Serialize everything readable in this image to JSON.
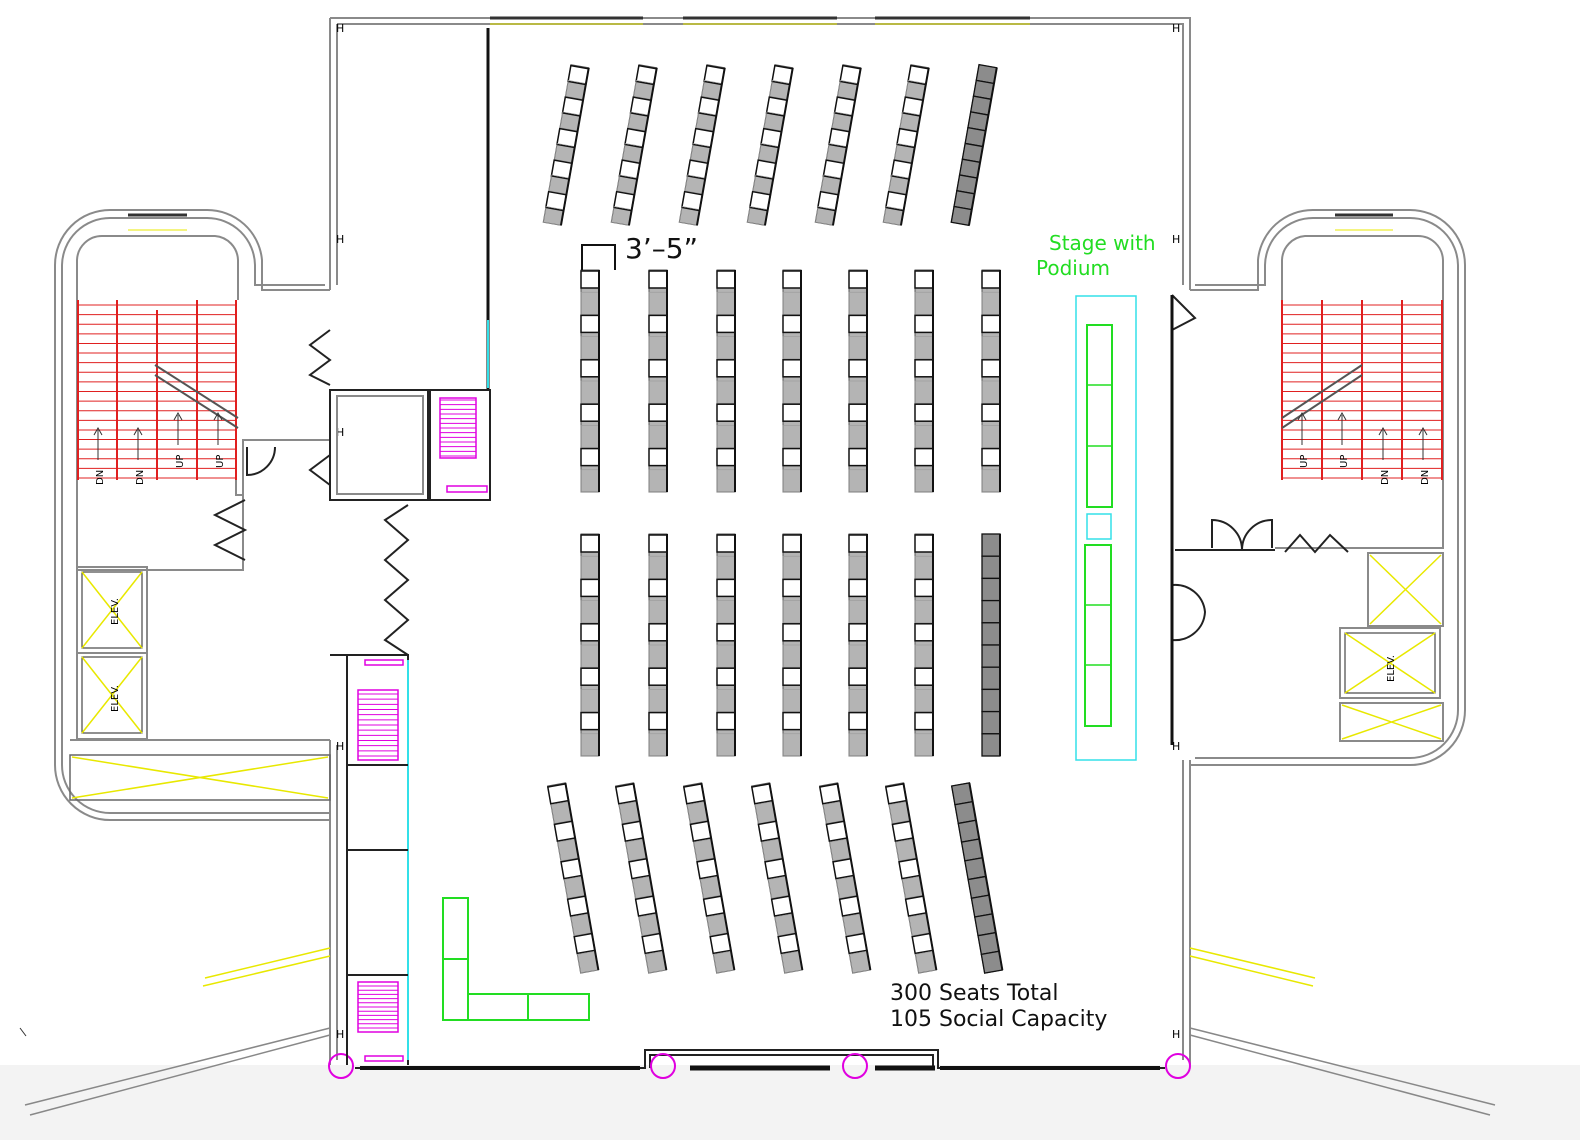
{
  "labels": {
    "dimension": "3’–5”",
    "stage_line1": "Stage with",
    "stage_line2": "Podium",
    "seats_total": "300 Seats Total",
    "social_capacity": "105 Social Capacity",
    "elevator": "ELEV.",
    "stair_dn": "DN",
    "stair_up": "UP",
    "column_mark": "H"
  },
  "seating": {
    "top_rows": 7,
    "middle_rows": 7,
    "lower_rows": 7,
    "bottom_rows": 7,
    "chairs_per_row": 10
  },
  "colors": {
    "walls": "#8a8a8a",
    "partitions": "#111111",
    "stairs": "#e02020",
    "stage": "#22dd22",
    "stage_outline": "#33e0e8",
    "furniture_magenta": "#e000e0",
    "elevator_x": "#e8e800",
    "chair_fill": "#b4b4b4"
  }
}
